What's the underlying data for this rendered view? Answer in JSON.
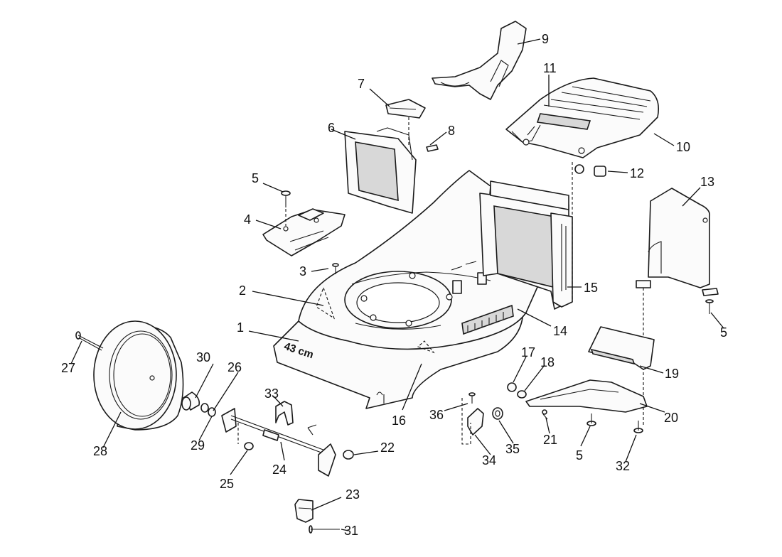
{
  "diagram": {
    "deck_marking": "43 cm",
    "callouts": {
      "p1": "1",
      "p2": "2",
      "p3": "3",
      "p4": "4",
      "p5a": "5",
      "p5b": "5",
      "p5c": "5",
      "p6": "6",
      "p7": "7",
      "p8": "8",
      "p9": "9",
      "p10": "10",
      "p11": "11",
      "p12": "12",
      "p13": "13",
      "p14": "14",
      "p15": "15",
      "p16": "16",
      "p17": "17",
      "p18": "18",
      "p19": "19",
      "p20": "20",
      "p21": "21",
      "p22": "22",
      "p23": "23",
      "p24": "24",
      "p25": "25",
      "p26": "26",
      "p27": "27",
      "p28": "28",
      "p29": "29",
      "p30": "30",
      "p31": "31",
      "p32": "32",
      "p33": "33",
      "p34": "34",
      "p35": "35",
      "p36": "36"
    }
  }
}
